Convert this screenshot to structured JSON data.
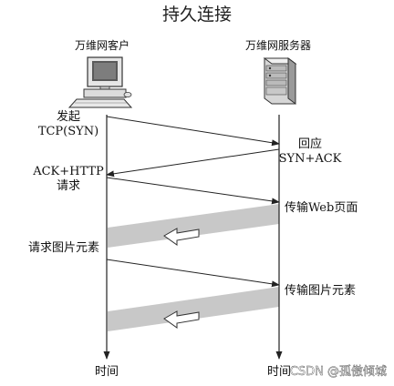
{
  "title": "持久连接",
  "client": {
    "label": "万维网客户"
  },
  "server": {
    "label": "万维网服务器"
  },
  "labels": {
    "send_syn_1": "发起",
    "send_syn_2": "TCP(SYN)",
    "synack_1": "回应",
    "synack_2": "SYN+ACK",
    "ack_http_1": "ACK+HTTP",
    "ack_http_2": "请求",
    "transfer_web": "传输Web页面",
    "req_image": "请求图片元素",
    "transfer_image": "传输图片元素",
    "time_left": "时间",
    "time_right": "时间"
  },
  "watermark": "CSDN @孤傲倾城",
  "colors": {
    "band": "#c8c8c8",
    "line": "#222222"
  }
}
